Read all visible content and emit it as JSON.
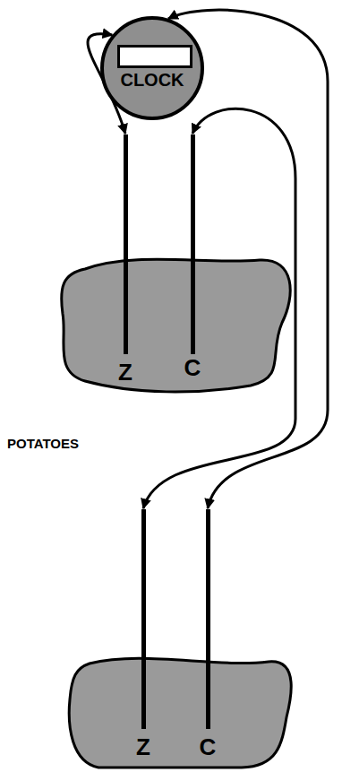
{
  "diagram": {
    "nodes": [
      {
        "text": [
          "CLOCK"
        ]
      },
      {
        "text": [
          "Z"
        ]
      },
      {
        "text": [
          "C"
        ]
      },
      {
        "text": [
          "Z"
        ]
      },
      {
        "text": [
          "C"
        ]
      }
    ],
    "edges": [
      {
        "from": 0,
        "to": 1,
        "arrow": "both"
      },
      {
        "from": 2,
        "to": 3,
        "arrow": "both"
      },
      {
        "from": 0,
        "to": 4,
        "arrow": "both"
      }
    ],
    "labels": [
      "POTATOES"
    ]
  }
}
